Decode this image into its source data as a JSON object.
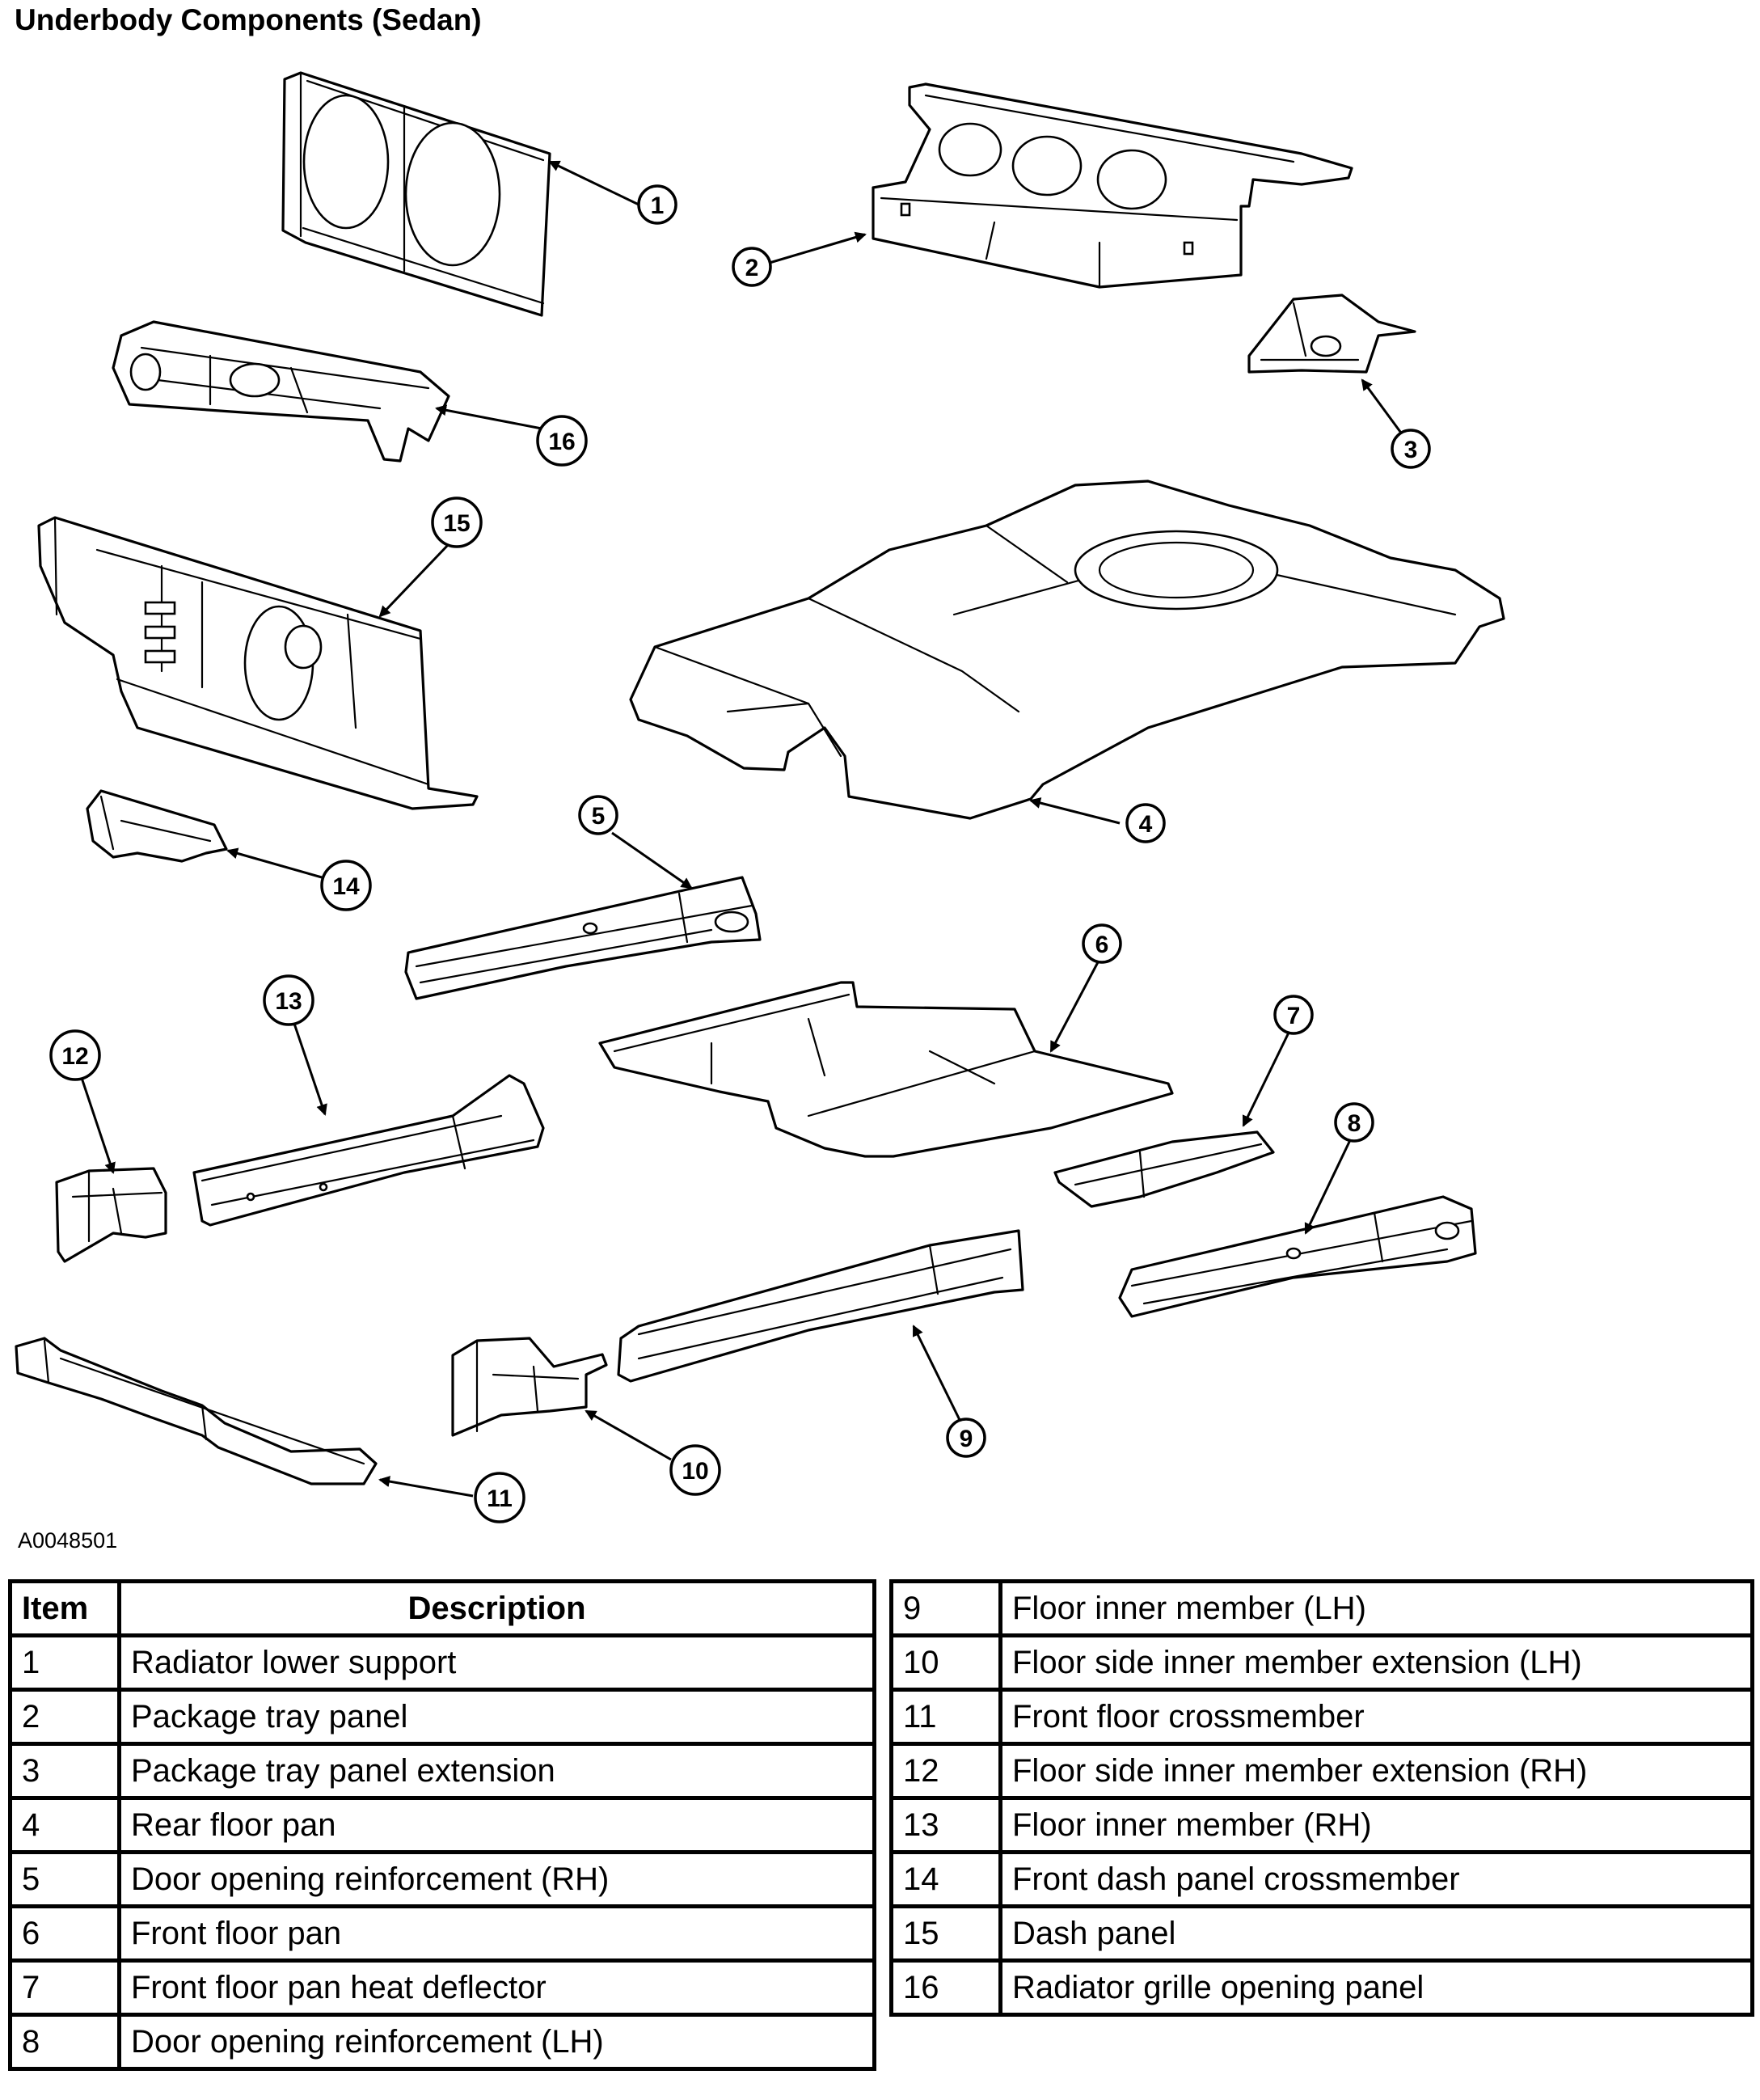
{
  "title": "Underbody Components (Sedan)",
  "figure_id": "A0048501",
  "table_headers": {
    "item": "Item",
    "description": "Description"
  },
  "legend": [
    {
      "item": "1",
      "description": "Radiator lower support"
    },
    {
      "item": "2",
      "description": "Package tray panel"
    },
    {
      "item": "3",
      "description": "Package tray panel extension"
    },
    {
      "item": "4",
      "description": "Rear floor pan"
    },
    {
      "item": "5",
      "description": "Door opening reinforcement (RH)"
    },
    {
      "item": "6",
      "description": "Front floor pan"
    },
    {
      "item": "7",
      "description": "Front floor pan heat deflector"
    },
    {
      "item": "8",
      "description": "Door opening reinforcement (LH)"
    },
    {
      "item": "9",
      "description": "Floor inner member (LH)"
    },
    {
      "item": "10",
      "description": "Floor side inner member extension (LH)"
    },
    {
      "item": "11",
      "description": "Front floor crossmember"
    },
    {
      "item": "12",
      "description": "Floor side inner member extension (RH)"
    },
    {
      "item": "13",
      "description": "Floor inner member (RH)"
    },
    {
      "item": "14",
      "description": "Front dash panel crossmember"
    },
    {
      "item": "15",
      "description": "Dash panel"
    },
    {
      "item": "16",
      "description": "Radiator grille opening panel"
    }
  ]
}
